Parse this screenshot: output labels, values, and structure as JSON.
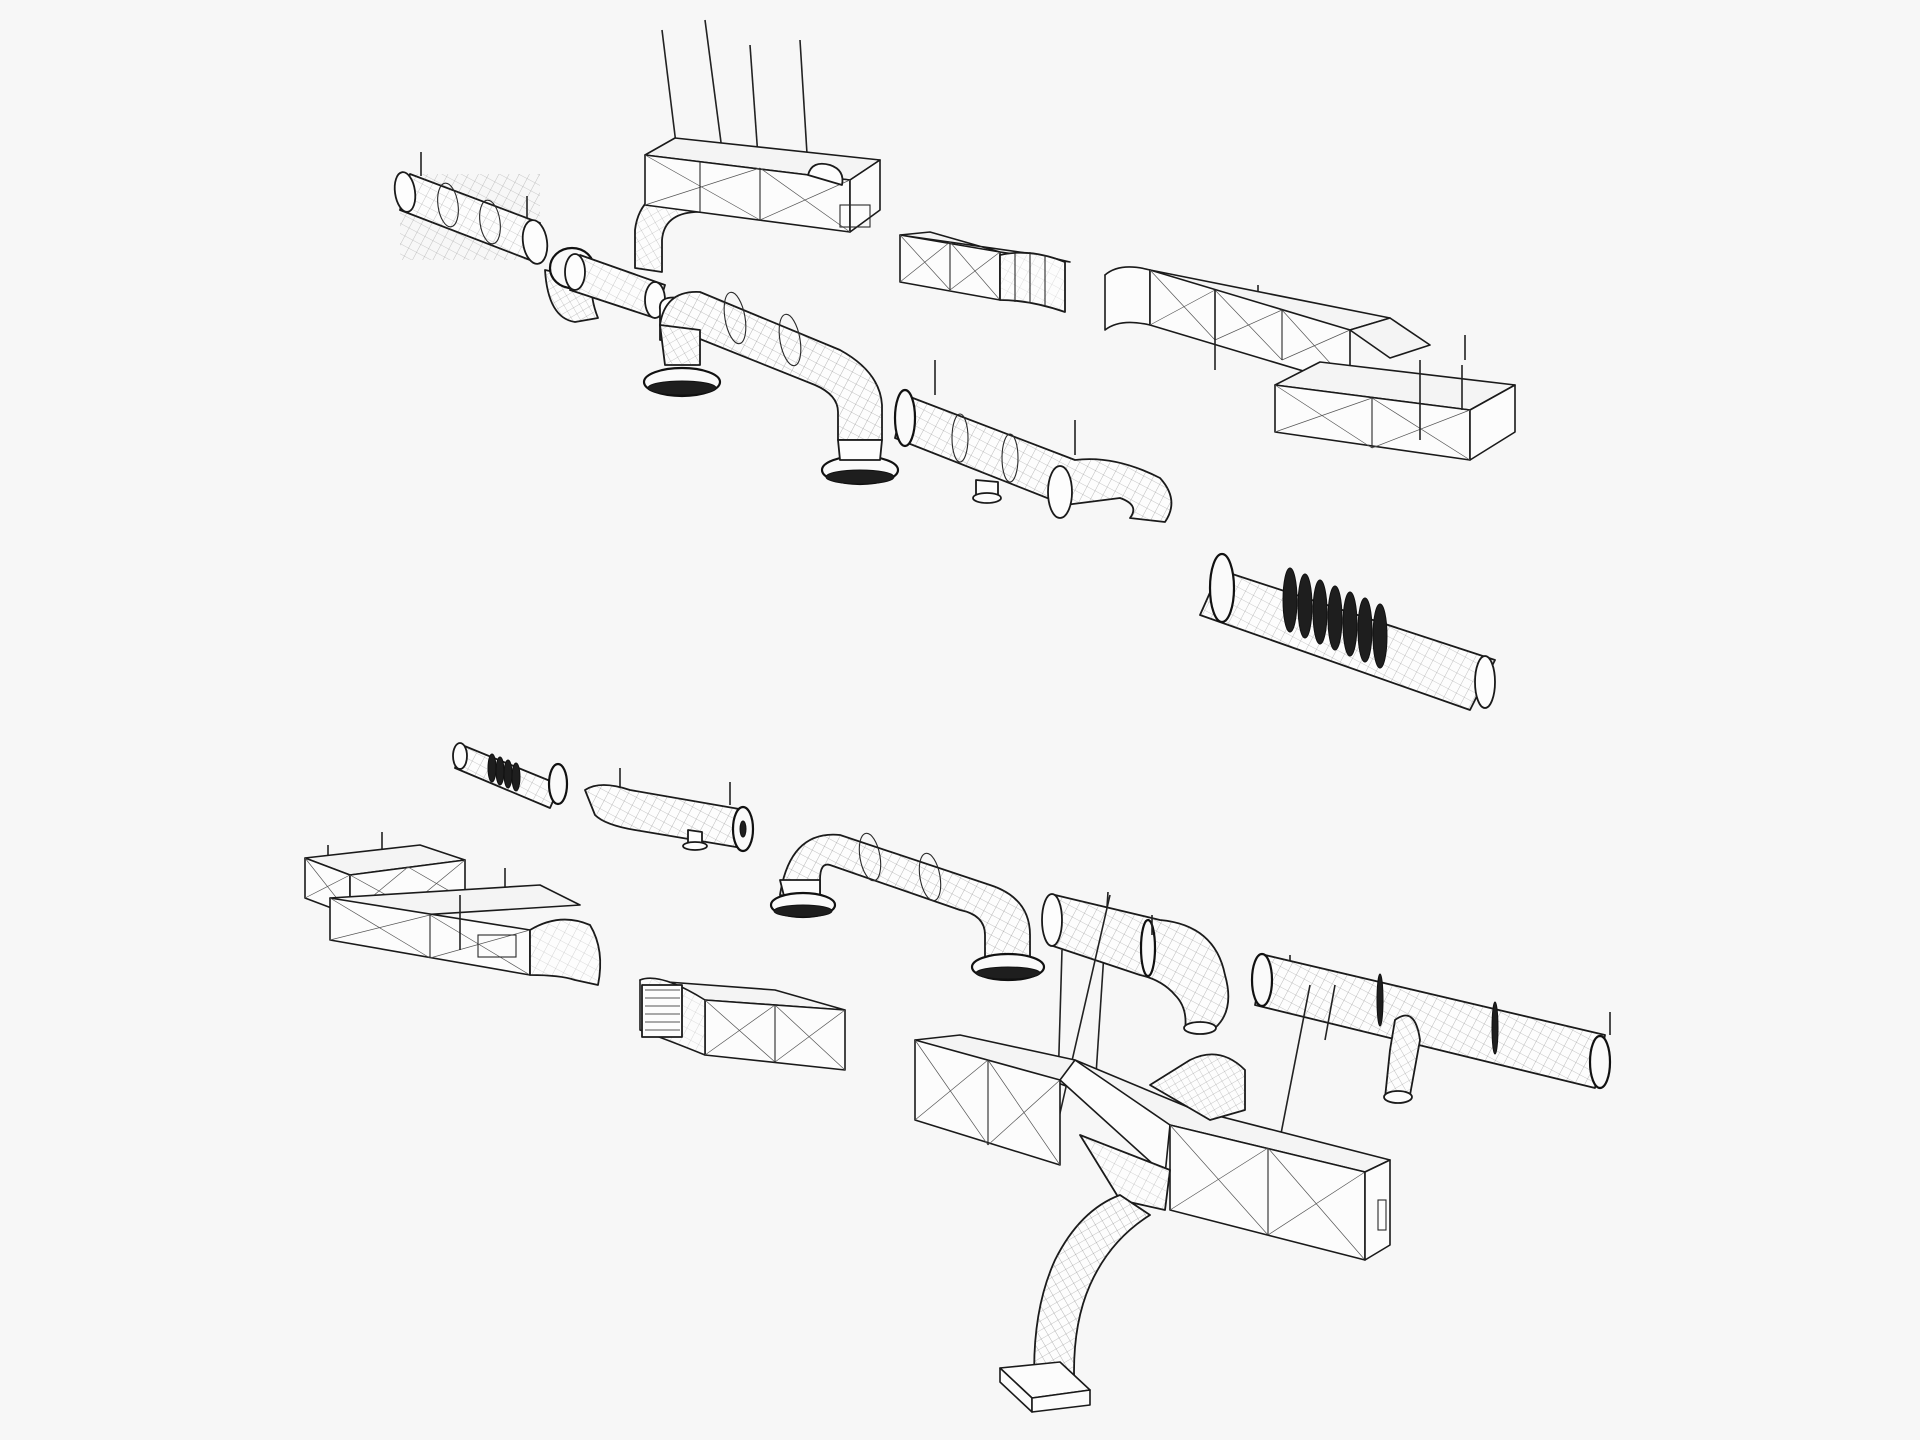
{
  "scene": {
    "background": "#f7f7f7",
    "line_color": "#1a1a1a",
    "style": "wireframe",
    "components_top": [
      "straight-round-duct",
      "round-elbow-with-flange",
      "round-s-bend-duct",
      "rectangular-duct-with-hangers",
      "rectangular-to-round-transition",
      "round-u-duct-with-floor-flanges",
      "round-duct-with-elbow-and-support",
      "rectangular-duct-run-with-supports",
      "flexible-bellows-connector"
    ],
    "components_bottom": [
      "flexible-bellows-connector",
      "round-duct-with-elbow",
      "rectangular-duct-run-with-supports",
      "round-u-duct-with-floor-flanges",
      "rectangular-duct-with-grille",
      "round-elbow-with-hangers",
      "round-duct-with-tee",
      "rectangular-duct-with-round-branches"
    ]
  }
}
